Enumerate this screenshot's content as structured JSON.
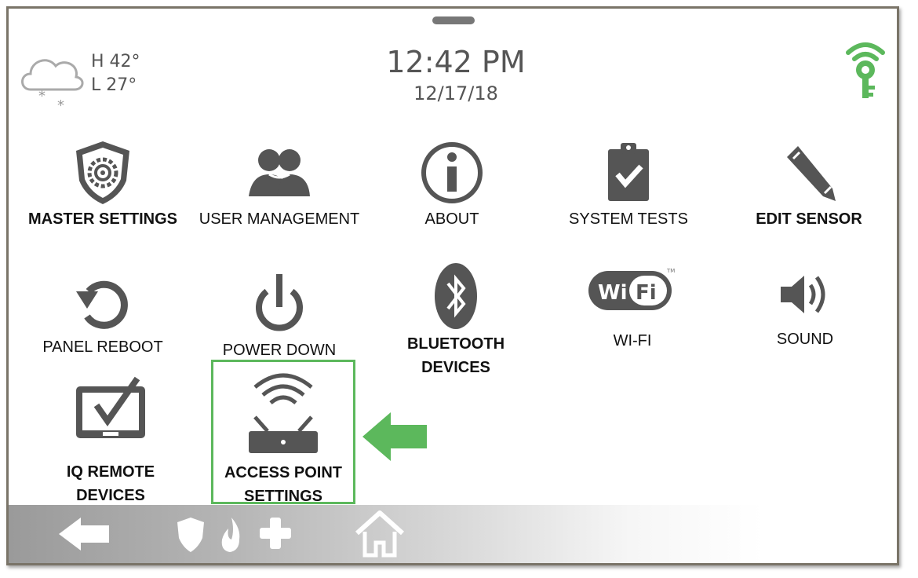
{
  "header": {
    "weather": {
      "high": "H 42°",
      "low": "L 27°",
      "icon": "cloud-snow-icon"
    },
    "time": "12:42 PM",
    "date": "12/17/18",
    "status_icon": "wifi-key-icon"
  },
  "tiles": [
    {
      "id": "master-settings",
      "icon": "shield-gear-icon",
      "label": "MASTER SETTINGS"
    },
    {
      "id": "user-management",
      "icon": "users-icon",
      "label": "USER MANAGEMENT"
    },
    {
      "id": "about",
      "icon": "info-icon",
      "label": "ABOUT"
    },
    {
      "id": "system-tests",
      "icon": "clipboard-check-icon",
      "label": "SYSTEM TESTS"
    },
    {
      "id": "edit-sensor",
      "icon": "pencil-icon",
      "label": "EDIT SENSOR"
    },
    {
      "id": "panel-reboot",
      "icon": "reboot-icon",
      "label": "PANEL REBOOT"
    },
    {
      "id": "power-down",
      "icon": "power-icon",
      "label": "POWER DOWN"
    },
    {
      "id": "bluetooth-devices",
      "icon": "bluetooth-icon",
      "label_line1": "BLUETOOTH",
      "label_line2": "DEVICES"
    },
    {
      "id": "wifi",
      "icon": "wifi-logo-icon",
      "label": "WI-FI"
    },
    {
      "id": "sound",
      "icon": "speaker-icon",
      "label": "SOUND"
    },
    {
      "id": "iq-remote-devices",
      "icon": "tablet-check-icon",
      "label_line1": "IQ REMOTE",
      "label_line2": "DEVICES"
    },
    {
      "id": "access-point-settings",
      "icon": "router-icon",
      "label_line1": "ACCESS POINT",
      "label_line2": "SETTINGS"
    }
  ],
  "highlight": {
    "target": "access-point-settings",
    "color": "#5cb85c"
  },
  "bottom_bar": {
    "icons": [
      "back-arrow-icon",
      "shield-icon",
      "fire-icon",
      "plus-icon",
      "home-icon"
    ]
  },
  "colors": {
    "accent": "#5cb85c",
    "icon_gray": "#555555",
    "frame": "#7a7468"
  }
}
